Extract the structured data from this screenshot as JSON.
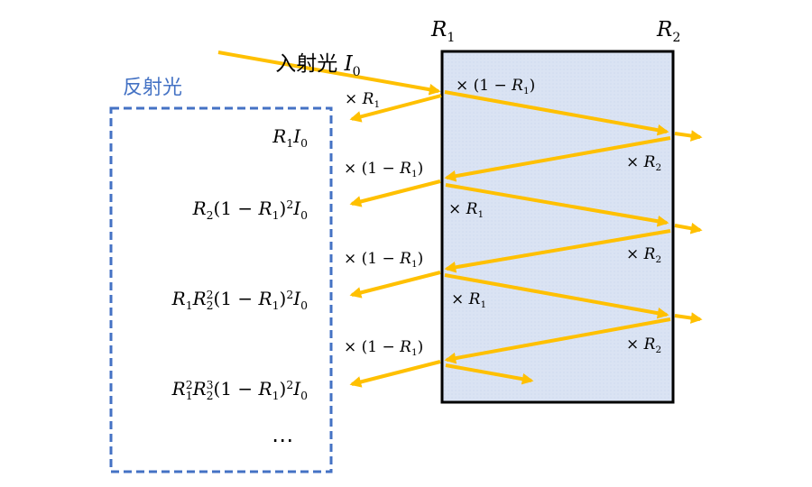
{
  "colors": {
    "ray": "#FFC000",
    "mirror_fill": "#DAE3F3",
    "reflected_box": "#4472C4",
    "ink": "#000000"
  },
  "figure": {
    "incident": {
      "label": "入射光 ",
      "symbol": [
        {
          "base": "I",
          "sub": "0",
          "italic": true
        }
      ]
    },
    "interfaces": [
      {
        "tokens": [
          {
            "base": "R",
            "sub": "1",
            "italic": true
          }
        ]
      },
      {
        "tokens": [
          {
            "base": "R",
            "sub": "2",
            "italic": true
          }
        ]
      }
    ],
    "reflected_title": "反射光",
    "coefficients": [
      {
        "tokens": [
          {
            "base": "× "
          },
          {
            "base": "R",
            "sub": "1",
            "italic": true
          }
        ]
      },
      {
        "tokens": [
          {
            "base": "× (1 − "
          },
          {
            "base": "R",
            "sub": "1",
            "italic": true
          },
          {
            "base": ")"
          }
        ]
      },
      {
        "tokens": [
          {
            "base": "× "
          },
          {
            "base": "R",
            "sub": "2",
            "italic": true
          }
        ]
      },
      {
        "tokens": [
          {
            "base": "× (1 − "
          },
          {
            "base": "R",
            "sub": "1",
            "italic": true
          },
          {
            "base": ")"
          }
        ]
      },
      {
        "tokens": [
          {
            "base": "× "
          },
          {
            "base": "R",
            "sub": "1",
            "italic": true
          }
        ]
      },
      {
        "tokens": [
          {
            "base": "× "
          },
          {
            "base": "R",
            "sub": "2",
            "italic": true
          }
        ]
      },
      {
        "tokens": [
          {
            "base": "× (1 − "
          },
          {
            "base": "R",
            "sub": "1",
            "italic": true
          },
          {
            "base": ")"
          }
        ]
      },
      {
        "tokens": [
          {
            "base": "× "
          },
          {
            "base": "R",
            "sub": "1",
            "italic": true
          }
        ]
      },
      {
        "tokens": [
          {
            "base": "× "
          },
          {
            "base": "R",
            "sub": "2",
            "italic": true
          }
        ]
      },
      {
        "tokens": [
          {
            "base": "× (1 − "
          },
          {
            "base": "R",
            "sub": "1",
            "italic": true
          },
          {
            "base": ")"
          }
        ]
      }
    ],
    "reflected_terms": [
      {
        "tokens": [
          {
            "base": "R",
            "sub": "1",
            "italic": true
          },
          {
            "base": "I",
            "sub": "0",
            "italic": true
          }
        ]
      },
      {
        "tokens": [
          {
            "base": "R",
            "sub": "2",
            "italic": true
          },
          {
            "base": "(1 − "
          },
          {
            "base": "R",
            "sub": "1",
            "italic": true
          },
          {
            "base": ")",
            "sup": "2"
          },
          {
            "base": "I",
            "sub": "0",
            "italic": true
          }
        ]
      },
      {
        "tokens": [
          {
            "base": "R",
            "sub": "1",
            "italic": true
          },
          {
            "base": "R",
            "sub": "2",
            "sup": "2",
            "italic": true
          },
          {
            "base": "(1 − "
          },
          {
            "base": "R",
            "sub": "1",
            "italic": true
          },
          {
            "base": ")",
            "sup": "2"
          },
          {
            "base": "I",
            "sub": "0",
            "italic": true
          }
        ]
      },
      {
        "tokens": [
          {
            "base": "R",
            "sub": "1",
            "sup": "2",
            "italic": true
          },
          {
            "base": "R",
            "sub": "2",
            "sup": "3",
            "italic": true
          },
          {
            "base": "(1 − "
          },
          {
            "base": "R",
            "sub": "1",
            "italic": true
          },
          {
            "base": ")",
            "sup": "2"
          },
          {
            "base": "I",
            "sub": "0",
            "italic": true
          }
        ]
      }
    ],
    "ellipsis": "⋯"
  }
}
